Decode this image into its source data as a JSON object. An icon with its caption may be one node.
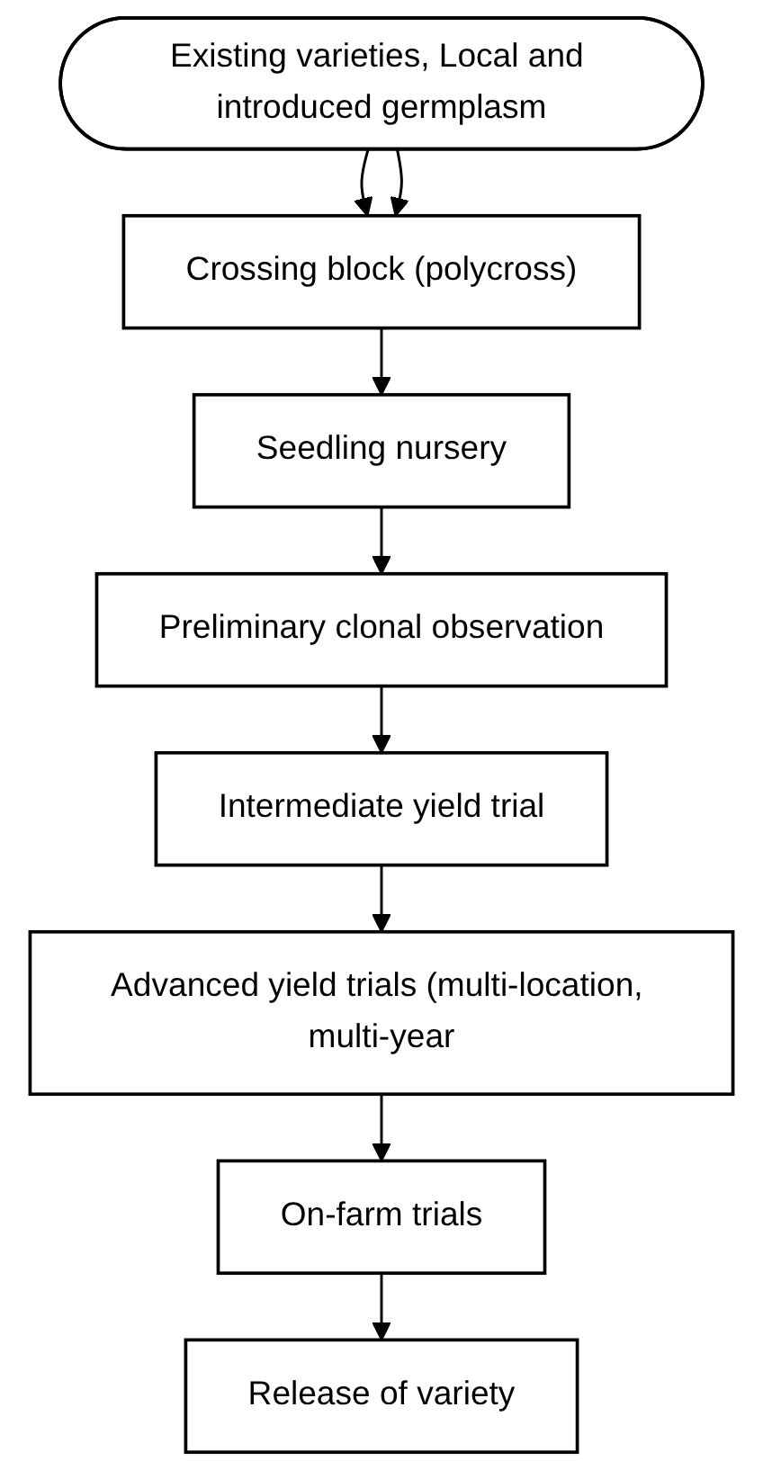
{
  "diagram": {
    "nodes": [
      {
        "text": [
          "Existing varieties, Local and introduced germplasm"
        ]
      },
      {
        "text": [
          "Crossing block (polycross)"
        ]
      },
      {
        "text": [
          "Seedling nursery"
        ]
      },
      {
        "text": [
          "Preliminary clonal observation"
        ]
      },
      {
        "text": [
          "Intermediate yield trial"
        ]
      },
      {
        "text": [
          "Advanced yield trials (multi-location, multi-year"
        ]
      },
      {
        "text": [
          "On-farm trials"
        ]
      },
      {
        "text": [
          "Release of variety"
        ]
      }
    ],
    "edges": [
      {
        "from": 0,
        "to": 1,
        "arrow": "to"
      },
      {
        "from": 0,
        "to": 1,
        "arrow": "to"
      },
      {
        "from": 1,
        "to": 2,
        "arrow": "to"
      },
      {
        "from": 2,
        "to": 3,
        "arrow": "to"
      },
      {
        "from": 3,
        "to": 4,
        "arrow": "to"
      },
      {
        "from": 4,
        "to": 5,
        "arrow": "to"
      },
      {
        "from": 5,
        "to": 6,
        "arrow": "to"
      },
      {
        "from": 6,
        "to": 7,
        "arrow": "to"
      }
    ]
  }
}
